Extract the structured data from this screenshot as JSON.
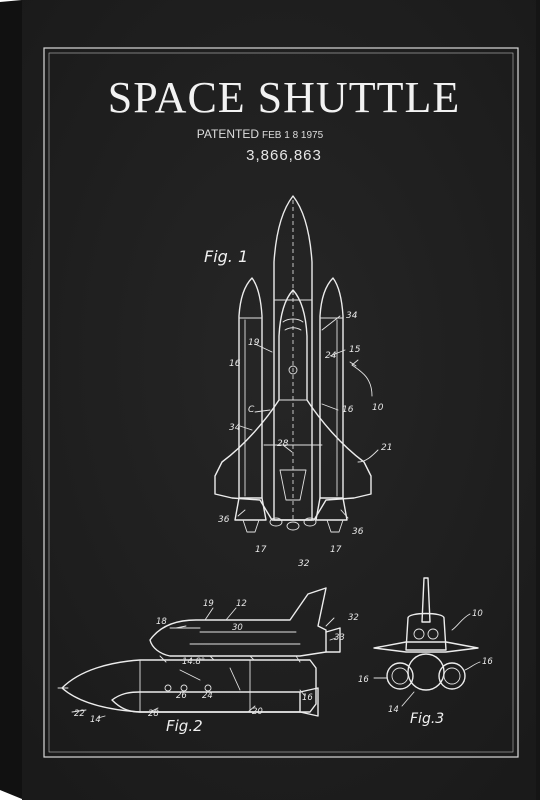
{
  "poster": {
    "title": "SPACE SHUTTLE",
    "patent_line_a": "PATENTED",
    "patent_line_b": "FEB 1 8 1975",
    "patent_number": "3,866,863"
  },
  "figures": {
    "fig1_label": "Fig. 1",
    "fig2_label": "Fig.2",
    "fig3_label": "Fig.3"
  },
  "fig1_numbers": {
    "n10": "10",
    "n15": "15",
    "n16a": "16",
    "n16b": "16",
    "n19": "19",
    "n21": "21",
    "n24": "24",
    "n28": "28",
    "n32": "32",
    "n34a": "34",
    "n34b": "34",
    "n36a": "36",
    "n36b": "36",
    "n17a": "17",
    "n17b": "17",
    "nC": "C"
  },
  "fig2_numbers": {
    "n12": "12",
    "n19": "19",
    "n18": "18",
    "n30": "30",
    "n32": "32",
    "n33": "33",
    "n148": "14.8°",
    "n26": "26",
    "n24": "24",
    "n28": "28",
    "n22": "22",
    "n14": "14",
    "n20": "20",
    "n16": "16"
  },
  "fig3_numbers": {
    "n10": "10",
    "n16a": "16",
    "n16b": "16",
    "n14": "14"
  },
  "colors": {
    "board": "#1f1f1f",
    "board_side": "#121212",
    "ink": "#ececec"
  }
}
